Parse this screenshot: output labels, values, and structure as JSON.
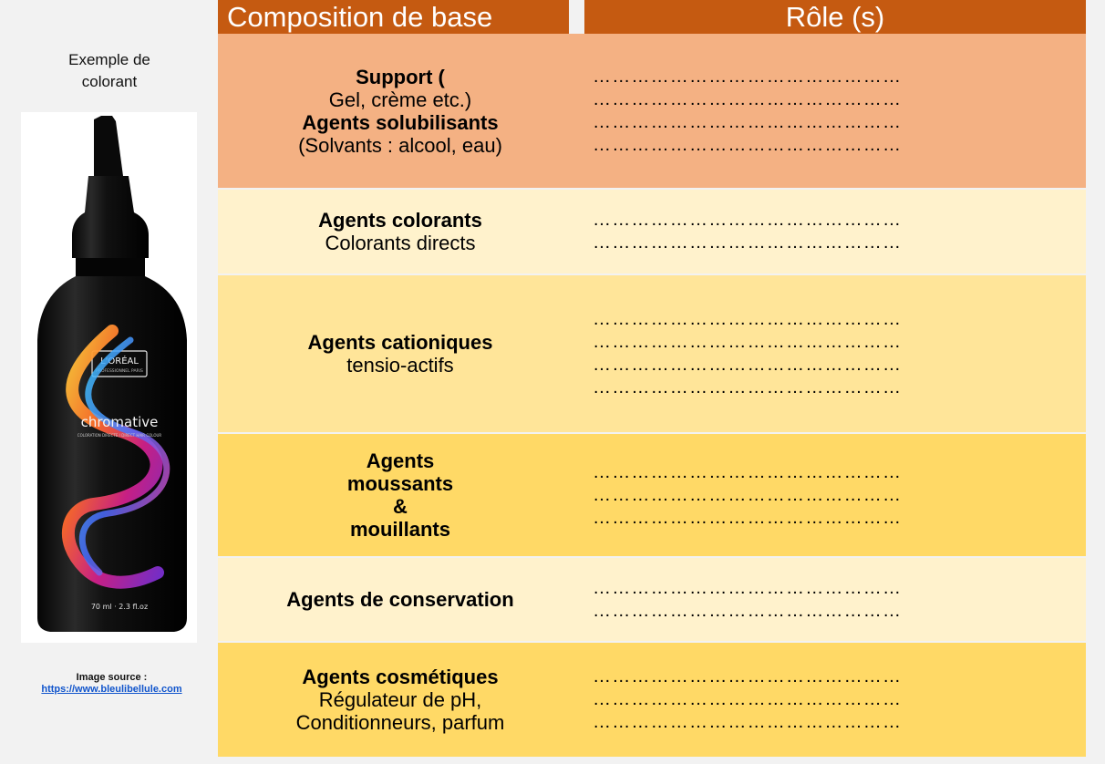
{
  "caption": {
    "line1": "Exemple de",
    "line2": "colorant"
  },
  "product": {
    "brand": "L'ORÉAL",
    "sub": "PROFESSIONNEL PARIS",
    "name": "chromative",
    "volume": "70 ml · 2.3 fl.oz"
  },
  "source": {
    "label": "Image source :",
    "link": "https://www.bleulibellule.com"
  },
  "header": {
    "composition": "Composition de base",
    "role": "Rôle (s)"
  },
  "dot_line": "…………………………………………",
  "rows": [
    {
      "bg": "#f4b183",
      "lines": [
        {
          "text": "Support (",
          "bold": true
        },
        {
          "text": "Gel, crème etc.)",
          "bold": false
        },
        {
          "text": "Agents solubilisants",
          "bold": true
        },
        {
          "text": "(Solvants : alcool, eau)",
          "bold": false
        }
      ],
      "dot_count": 4
    },
    {
      "bg": "#fff2cc",
      "lines": [
        {
          "text": "Agents colorants",
          "bold": true
        },
        {
          "text": "Colorants directs",
          "bold": false
        }
      ],
      "dot_count": 2
    },
    {
      "bg": "#ffe599",
      "lines": [
        {
          "text": "Agents cationiques",
          "bold": true
        },
        {
          "text": "tensio-actifs",
          "bold": false
        }
      ],
      "dot_count": 4
    },
    {
      "bg": "#ffd966",
      "lines": [
        {
          "text": "Agents",
          "bold": true
        },
        {
          "text": "moussants",
          "bold": true
        },
        {
          "text": "&",
          "bold": true
        },
        {
          "text": "mouillants",
          "bold": true
        }
      ],
      "dot_count": 3
    },
    {
      "bg": "#fff2cc",
      "lines": [
        {
          "text": "Agents de conservation",
          "bold": true
        }
      ],
      "dot_count": 2
    },
    {
      "bg": "#ffd966",
      "lines": [
        {
          "text": "Agents cosmétiques",
          "bold": true
        },
        {
          "text": "Régulateur de pH,",
          "bold": false
        },
        {
          "text": "Conditionneurs, parfum",
          "bold": false
        }
      ],
      "dot_count": 3
    }
  ]
}
